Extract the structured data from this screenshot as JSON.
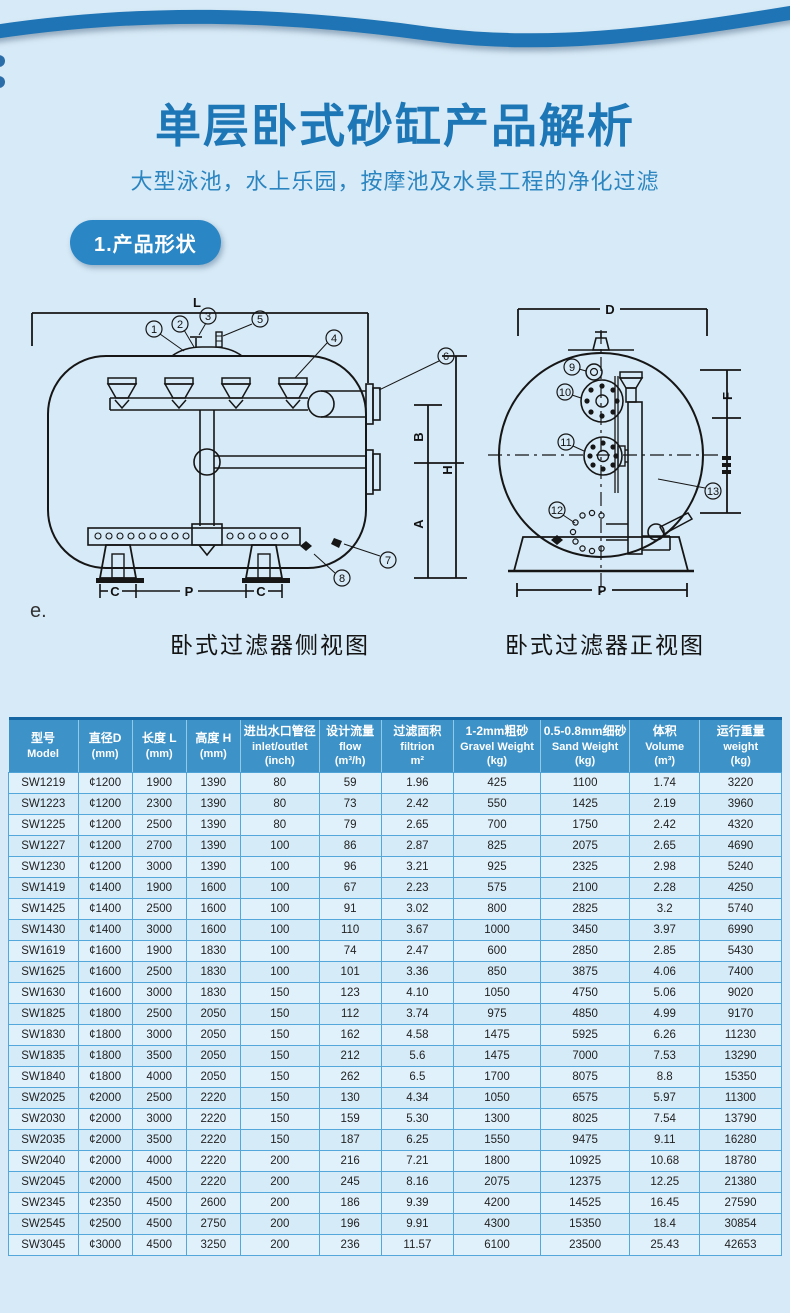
{
  "page": {
    "background": "#d7eaf7",
    "accent_blue": "#1d76b5",
    "table_header_blue": "#3d92c8",
    "grid_blue": "#53a7da"
  },
  "header": {
    "title": "单层卧式砂缸产品解析",
    "subtitle": "大型泳池，水上乐园，按摩池及水景工程的净化过滤",
    "section_badge": "1.产品形状"
  },
  "figures": {
    "note": "e.",
    "side": {
      "caption": "卧式过滤器侧视图",
      "dims": {
        "L": "L",
        "B": "B",
        "H": "H",
        "A": "A",
        "C1": "C",
        "P": "P",
        "C2": "C"
      },
      "callouts": {
        "n1": "1",
        "n2": "2",
        "n3": "3",
        "n4": "4",
        "n5": "5",
        "n6": "6",
        "n7": "7",
        "n8": "8"
      }
    },
    "front": {
      "caption": "卧式过滤器正视图",
      "dims": {
        "D": "D",
        "F": "F",
        "P": "P"
      },
      "callouts": {
        "n9": "9",
        "n10": "10",
        "n11": "11",
        "n12": "12",
        "n13": "13"
      }
    }
  },
  "table": {
    "headers": [
      {
        "lines": [
          "型号",
          "Model"
        ]
      },
      {
        "lines": [
          "直径D",
          "(mm)"
        ]
      },
      {
        "lines": [
          "长度 L",
          "(mm)"
        ]
      },
      {
        "lines": [
          "高度 H",
          "(mm)"
        ]
      },
      {
        "lines": [
          "进出水口管径",
          "inlet/outlet",
          "(inch)"
        ]
      },
      {
        "lines": [
          "设计流量",
          "flow",
          "(m³/h)"
        ]
      },
      {
        "lines": [
          "过滤面积",
          "filtrion",
          "m²"
        ]
      },
      {
        "lines": [
          "1-2mm粗砂",
          "Gravel Weight",
          "(kg)"
        ]
      },
      {
        "lines": [
          "0.5-0.8mm细砂",
          "Sand Weight",
          "(kg)"
        ]
      },
      {
        "lines": [
          "体积",
          "Volume",
          "(m³)"
        ]
      },
      {
        "lines": [
          "运行重量",
          "weight",
          "(kg)"
        ]
      }
    ],
    "rows": [
      [
        "SW1219",
        "¢1200",
        "1900",
        "1390",
        "80",
        "59",
        "1.96",
        "425",
        "1100",
        "1.74",
        "3220"
      ],
      [
        "SW1223",
        "¢1200",
        "2300",
        "1390",
        "80",
        "73",
        "2.42",
        "550",
        "1425",
        "2.19",
        "3960"
      ],
      [
        "SW1225",
        "¢1200",
        "2500",
        "1390",
        "80",
        "79",
        "2.65",
        "700",
        "1750",
        "2.42",
        "4320"
      ],
      [
        "SW1227",
        "¢1200",
        "2700",
        "1390",
        "100",
        "86",
        "2.87",
        "825",
        "2075",
        "2.65",
        "4690"
      ],
      [
        "SW1230",
        "¢1200",
        "3000",
        "1390",
        "100",
        "96",
        "3.21",
        "925",
        "2325",
        "2.98",
        "5240"
      ],
      [
        "SW1419",
        "¢1400",
        "1900",
        "1600",
        "100",
        "67",
        "2.23",
        "575",
        "2100",
        "2.28",
        "4250"
      ],
      [
        "SW1425",
        "¢1400",
        "2500",
        "1600",
        "100",
        "91",
        "3.02",
        "800",
        "2825",
        "3.2",
        "5740"
      ],
      [
        "SW1430",
        "¢1400",
        "3000",
        "1600",
        "100",
        "110",
        "3.67",
        "1000",
        "3450",
        "3.97",
        "6990"
      ],
      [
        "SW1619",
        "¢1600",
        "1900",
        "1830",
        "100",
        "74",
        "2.47",
        "600",
        "2850",
        "2.85",
        "5430"
      ],
      [
        "SW1625",
        "¢1600",
        "2500",
        "1830",
        "100",
        "101",
        "3.36",
        "850",
        "3875",
        "4.06",
        "7400"
      ],
      [
        "SW1630",
        "¢1600",
        "3000",
        "1830",
        "150",
        "123",
        "4.10",
        "1050",
        "4750",
        "5.06",
        "9020"
      ],
      [
        "SW1825",
        "¢1800",
        "2500",
        "2050",
        "150",
        "112",
        "3.74",
        "975",
        "4850",
        "4.99",
        "9170"
      ],
      [
        "SW1830",
        "¢1800",
        "3000",
        "2050",
        "150",
        "162",
        "4.58",
        "1475",
        "5925",
        "6.26",
        "11230"
      ],
      [
        "SW1835",
        "¢1800",
        "3500",
        "2050",
        "150",
        "212",
        "5.6",
        "1475",
        "7000",
        "7.53",
        "13290"
      ],
      [
        "SW1840",
        "¢1800",
        "4000",
        "2050",
        "150",
        "262",
        "6.5",
        "1700",
        "8075",
        "8.8",
        "15350"
      ],
      [
        "SW2025",
        "¢2000",
        "2500",
        "2220",
        "150",
        "130",
        "4.34",
        "1050",
        "6575",
        "5.97",
        "11300"
      ],
      [
        "SW2030",
        "¢2000",
        "3000",
        "2220",
        "150",
        "159",
        "5.30",
        "1300",
        "8025",
        "7.54",
        "13790"
      ],
      [
        "SW2035",
        "¢2000",
        "3500",
        "2220",
        "150",
        "187",
        "6.25",
        "1550",
        "9475",
        "9.11",
        "16280"
      ],
      [
        "SW2040",
        "¢2000",
        "4000",
        "2220",
        "200",
        "216",
        "7.21",
        "1800",
        "10925",
        "10.68",
        "18780"
      ],
      [
        "SW2045",
        "¢2000",
        "4500",
        "2220",
        "200",
        "245",
        "8.16",
        "2075",
        "12375",
        "12.25",
        "21380"
      ],
      [
        "SW2345",
        "¢2350",
        "4500",
        "2600",
        "200",
        "186",
        "9.39",
        "4200",
        "14525",
        "16.45",
        "27590"
      ],
      [
        "SW2545",
        "¢2500",
        "4500",
        "2750",
        "200",
        "196",
        "9.91",
        "4300",
        "15350",
        "18.4",
        "30854"
      ],
      [
        "SW3045",
        "¢3000",
        "4500",
        "3250",
        "200",
        "236",
        "11.57",
        "6100",
        "23500",
        "25.43",
        "42653"
      ]
    ]
  }
}
